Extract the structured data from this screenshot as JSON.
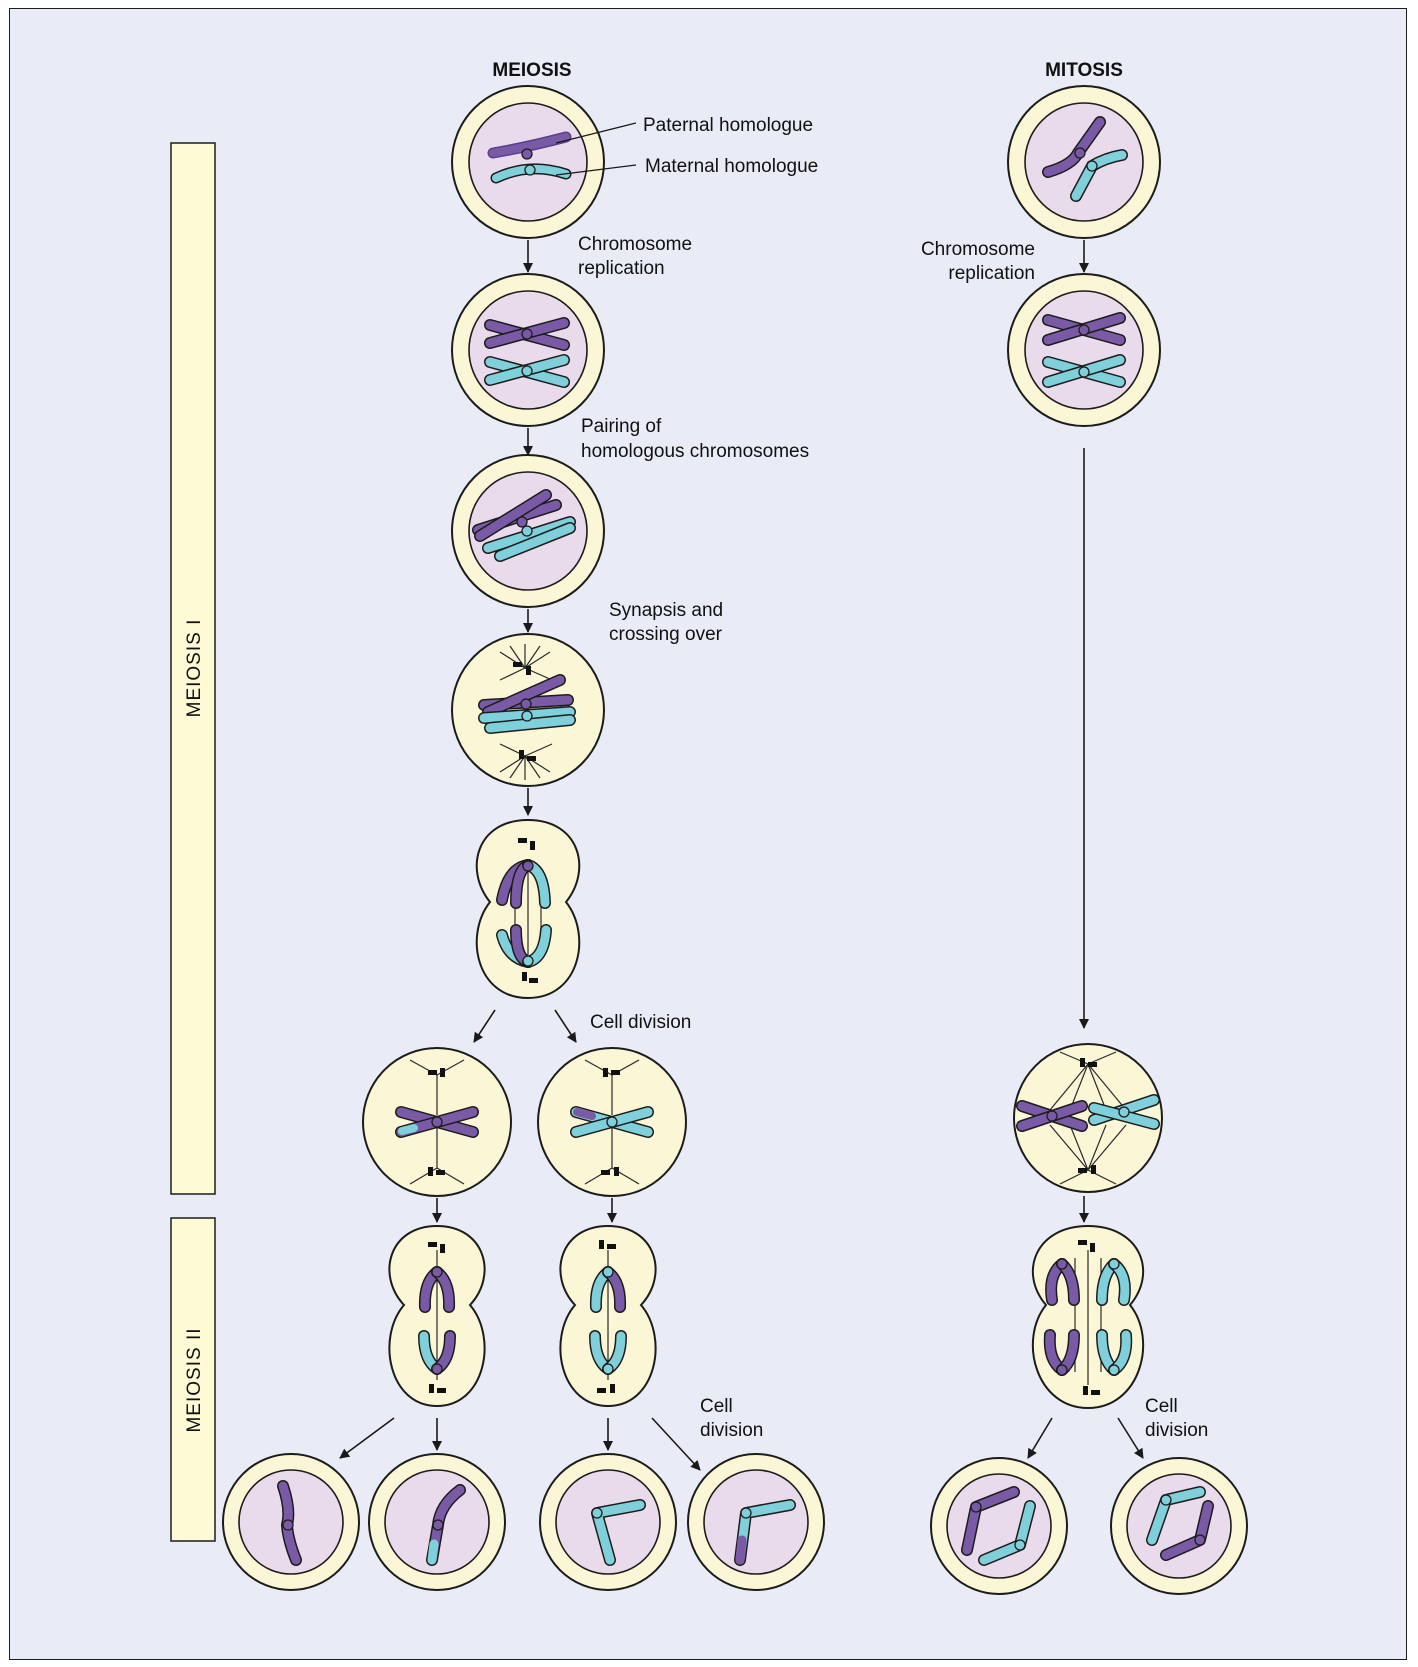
{
  "titles": {
    "meiosis": "MEIOSIS",
    "mitosis": "MITOSIS"
  },
  "phases": {
    "meiosis_one": "MEIOSIS I",
    "meiosis_two": "MEIOSIS II"
  },
  "labels": {
    "paternal": "Paternal homologue",
    "maternal": "Maternal homologue",
    "chrom_rep_line1": "Chromosome",
    "chrom_rep_line2": "replication",
    "pairing_line1": "Pairing of",
    "pairing_line2": "homologous chromosomes",
    "synapsis_line1": "Synapsis and",
    "synapsis_line2": "crossing over",
    "cell_division": "Cell division",
    "cell_line1": "Cell",
    "division_line2": "division"
  },
  "colors": {
    "background": "#e9ecf6",
    "cell_cytoplasm": "#fbf6d6",
    "nucleus": "#eadbec",
    "paternal_chromosome": "#7a5aa6",
    "maternal_chromosome": "#7fd0da",
    "phase_bar": "#fdfad5"
  }
}
